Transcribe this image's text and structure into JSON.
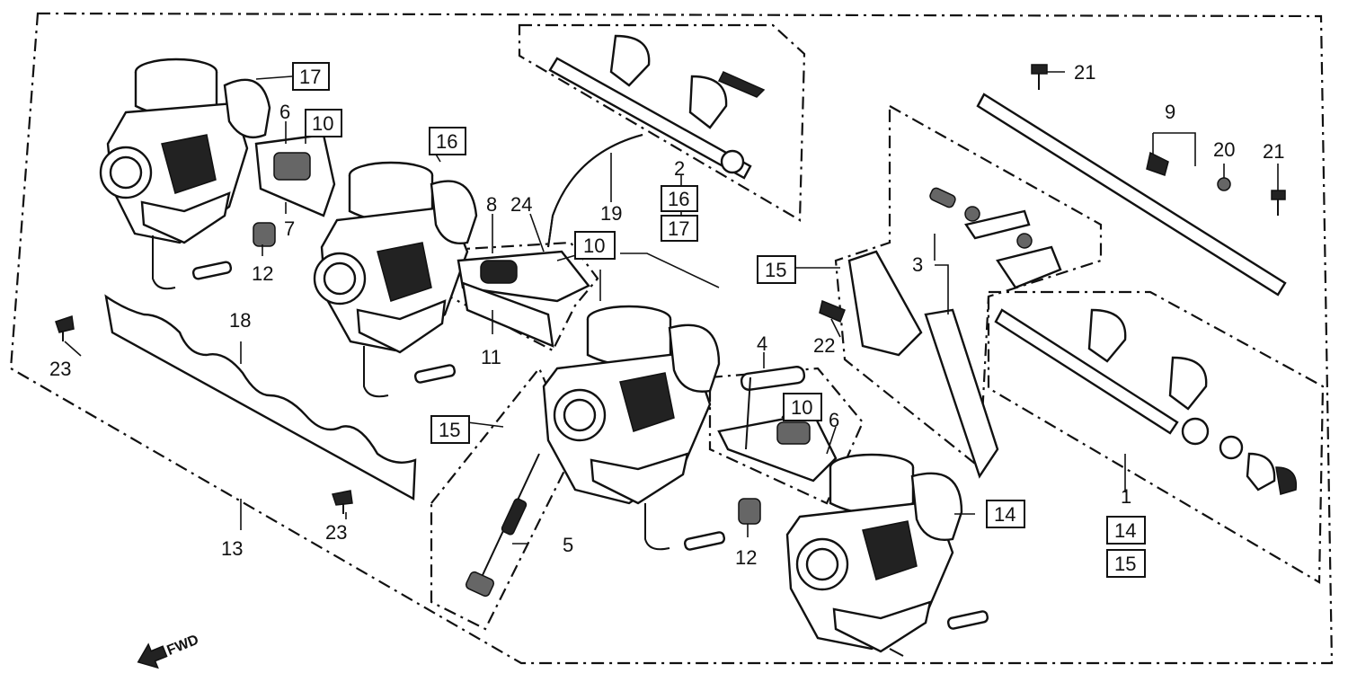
{
  "callouts": {
    "c1": "1",
    "c2": "2",
    "c3": "3",
    "c4": "4",
    "c5": "5",
    "c6a": "6",
    "c6b": "6",
    "c7": "7",
    "c8": "8",
    "c9": "9",
    "c11": "11",
    "c12a": "12",
    "c12b": "12",
    "c13": "13",
    "c18": "18",
    "c19": "19",
    "c20": "20",
    "c21a": "21",
    "c21b": "21",
    "c22": "22",
    "c23a": "23",
    "c23b": "23",
    "c24": "24"
  },
  "boxed": {
    "b17a": "17",
    "b10a": "10",
    "b16a": "16",
    "b16b": "16",
    "b17b": "17",
    "b10b": "10",
    "b15a": "15",
    "b15b": "15",
    "b10c": "10",
    "b14a": "14",
    "b14b": "14",
    "b15c": "15"
  },
  "direction": {
    "fwd": "FWD"
  }
}
